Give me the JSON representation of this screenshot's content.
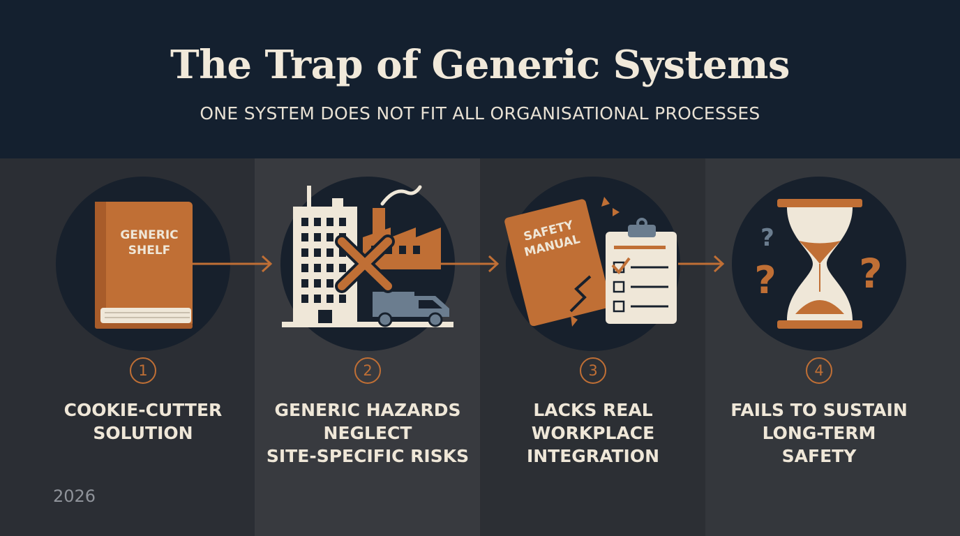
{
  "header": {
    "title": "The Trap of Generic Systems",
    "subtitle": "ONE SYSTEM DOES NOT FIT ALL ORGANISATIONAL PROCESSES"
  },
  "steps": [
    {
      "number": "1",
      "label": "COOKIE-CUTTER\nSOLUTION",
      "icon": "generic-book-icon",
      "icon_text": "GENERIC\nSHELF"
    },
    {
      "number": "2",
      "label": "GENERIC HAZARDS\nNEGLECT\nSITE-SPECIFIC RISKS",
      "icon": "buildings-factory-truck-icon"
    },
    {
      "number": "3",
      "label": "LACKS REAL\nWORKPLACE\nINTEGRATION",
      "icon": "safety-manual-checklist-icon",
      "icon_text": "SAFETY\nMANUAL"
    },
    {
      "number": "4",
      "label": "FAILS TO SUSTAIN\nLONG-TERM\nSAFETY",
      "icon": "hourglass-icon"
    }
  ],
  "footer": {
    "year": "2026"
  },
  "colors": {
    "header_bg": "#14202f",
    "accent": "#c06f35",
    "cream": "#efe7d8",
    "circle": "#17202c"
  }
}
